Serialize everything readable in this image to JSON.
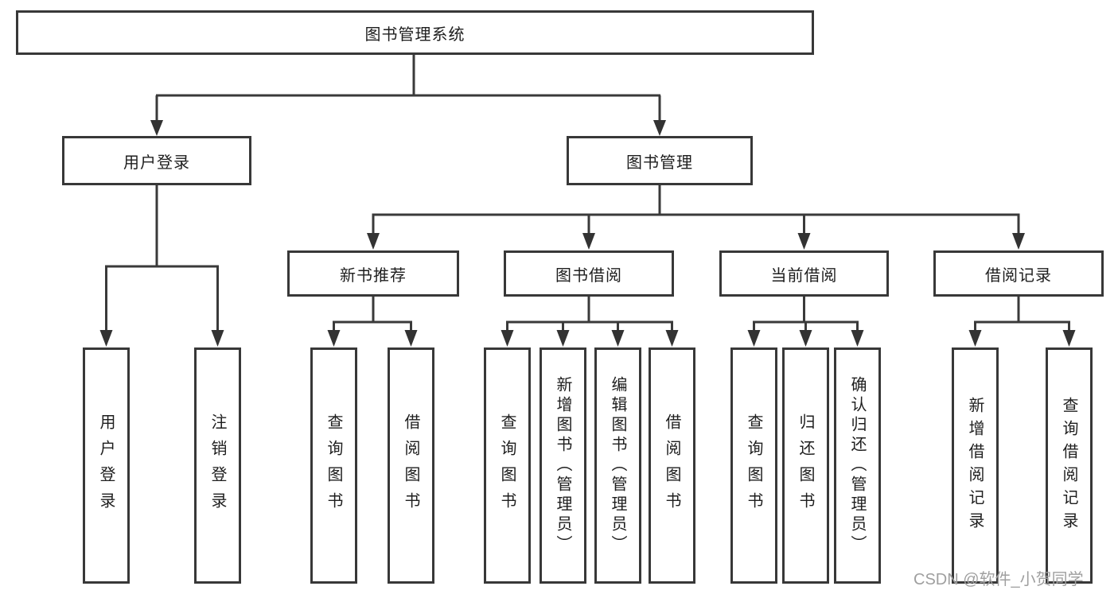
{
  "diagram": {
    "root": {
      "label": "图书管理系统"
    },
    "level2": [
      {
        "label": "用户登录"
      },
      {
        "label": "图书管理"
      }
    ],
    "level3": [
      {
        "label": "新书推荐"
      },
      {
        "label": "图书借阅"
      },
      {
        "label": "当前借阅"
      },
      {
        "label": "借阅记录"
      }
    ],
    "leaves": [
      {
        "label": "用户登录"
      },
      {
        "label": "注销登录"
      },
      {
        "label": "查询图书"
      },
      {
        "label": "借阅图书"
      },
      {
        "label": "查询图书"
      },
      {
        "label": "新增图书（管理员）"
      },
      {
        "label": "编辑图书（管理员）"
      },
      {
        "label": "借阅图书"
      },
      {
        "label": "查询图书"
      },
      {
        "label": "归还图书"
      },
      {
        "label": "确认归还（管理员）"
      },
      {
        "label": "新增借阅记录"
      },
      {
        "label": "查询借阅记录"
      }
    ]
  },
  "watermark": {
    "text": "CSDN @软件_小贺同学"
  },
  "colors": {
    "line": "#3a3a3a",
    "border": "#383838",
    "text": "#1e1e1e",
    "box_bg": "#ffffff",
    "watermark": "#9f9f9f"
  }
}
